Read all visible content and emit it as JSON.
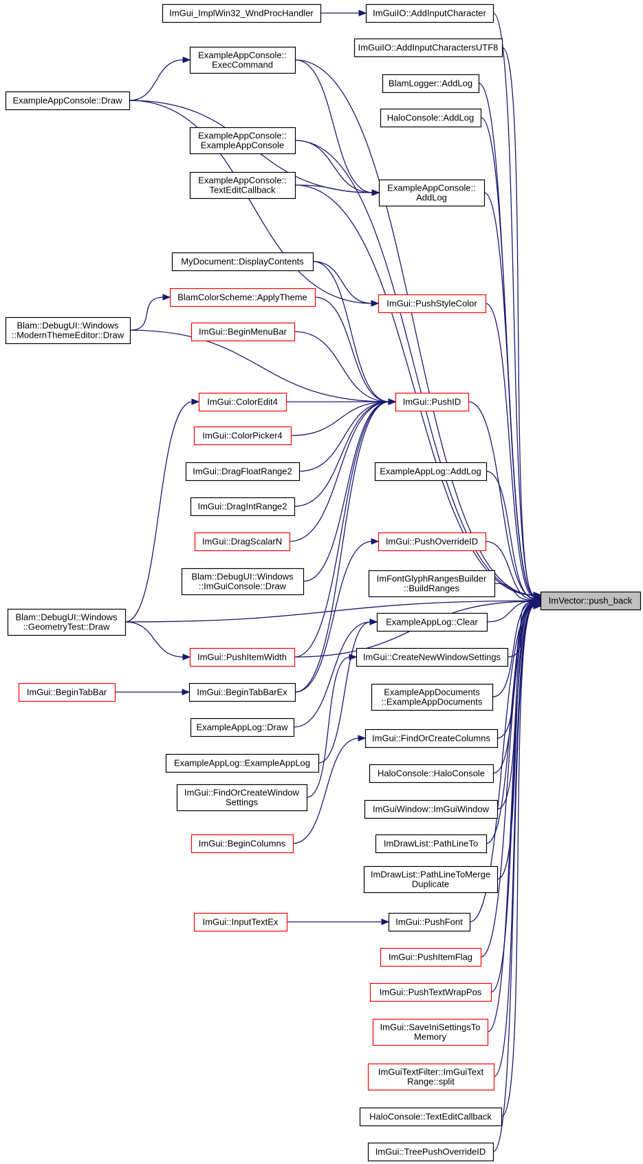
{
  "diagram": {
    "target": "n_push_back",
    "nodes": [
      {
        "id": "n_wndproc",
        "lines": [
          "ImGui_ImplWin32_WndProcHandler"
        ],
        "style": "black"
      },
      {
        "id": "n_addinputchar",
        "lines": [
          "ImGuiIO::AddInputCharacter"
        ],
        "style": "black"
      },
      {
        "id": "n_addinpututf8",
        "lines": [
          "ImGuiIO::AddInputCharactersUTF8"
        ],
        "style": "black"
      },
      {
        "id": "n_blamlogger",
        "lines": [
          "BlamLogger::AddLog"
        ],
        "style": "black"
      },
      {
        "id": "n_haloaddlog",
        "lines": [
          "HaloConsole::AddLog"
        ],
        "style": "black"
      },
      {
        "id": "n_execcmd",
        "lines": [
          "ExampleAppConsole::",
          "ExecCommand"
        ],
        "style": "black"
      },
      {
        "id": "n_consoledraw",
        "lines": [
          "ExampleAppConsole::Draw"
        ],
        "style": "black"
      },
      {
        "id": "n_consolector",
        "lines": [
          "ExampleAppConsole::",
          "ExampleAppConsole"
        ],
        "style": "black"
      },
      {
        "id": "n_consoleaddlog",
        "lines": [
          "ExampleAppConsole::",
          "AddLog"
        ],
        "style": "black"
      },
      {
        "id": "n_texteditcb",
        "lines": [
          "ExampleAppConsole::",
          "TextEditCallback"
        ],
        "style": "black"
      },
      {
        "id": "n_mydocdisplay",
        "lines": [
          "MyDocument::DisplayContents"
        ],
        "style": "black"
      },
      {
        "id": "n_applytheme",
        "lines": [
          "BlamColorScheme::ApplyTheme"
        ],
        "style": "red"
      },
      {
        "id": "n_pushstylecolor",
        "lines": [
          "ImGui::PushStyleColor"
        ],
        "style": "red"
      },
      {
        "id": "n_modernthemeeditor",
        "lines": [
          "Blam::DebugUI::Windows",
          "::ModernThemeEditor::Draw"
        ],
        "style": "black"
      },
      {
        "id": "n_beginmenubar",
        "lines": [
          "ImGui::BeginMenuBar"
        ],
        "style": "red"
      },
      {
        "id": "n_coloredit4",
        "lines": [
          "ImGui::ColorEdit4"
        ],
        "style": "red"
      },
      {
        "id": "n_pushid",
        "lines": [
          "ImGui::PushID"
        ],
        "style": "red"
      },
      {
        "id": "n_colorpicker4",
        "lines": [
          "ImGui::ColorPicker4"
        ],
        "style": "red"
      },
      {
        "id": "n_dragfloatrange2",
        "lines": [
          "ImGui::DragFloatRange2"
        ],
        "style": "black"
      },
      {
        "id": "n_applogaddlog",
        "lines": [
          "ExampleAppLog::AddLog"
        ],
        "style": "black"
      },
      {
        "id": "n_dragintrange2",
        "lines": [
          "ImGui::DragIntRange2"
        ],
        "style": "black"
      },
      {
        "id": "n_dragscalarn",
        "lines": [
          "ImGui::DragScalarN"
        ],
        "style": "red"
      },
      {
        "id": "n_pushoverrideid",
        "lines": [
          "ImGui::PushOverrideID"
        ],
        "style": "red"
      },
      {
        "id": "n_imguiconsole",
        "lines": [
          "Blam::DebugUI::Windows",
          "::ImGuiConsole::Draw"
        ],
        "style": "black"
      },
      {
        "id": "n_buildranges",
        "lines": [
          "ImFontGlyphRangesBuilder",
          "::BuildRanges"
        ],
        "style": "black"
      },
      {
        "id": "n_push_back",
        "lines": [
          "ImVector::push_back"
        ],
        "style": "target"
      },
      {
        "id": "n_geometrytest",
        "lines": [
          "Blam::DebugUI::Windows",
          "::GeometryTest::Draw"
        ],
        "style": "black"
      },
      {
        "id": "n_applogclear",
        "lines": [
          "ExampleAppLog::Clear"
        ],
        "style": "black"
      },
      {
        "id": "n_pushitemwidth",
        "lines": [
          "ImGui::PushItemWidth"
        ],
        "style": "red"
      },
      {
        "id": "n_createnewwin",
        "lines": [
          "ImGui::CreateNewWindowSettings"
        ],
        "style": "black"
      },
      {
        "id": "n_begintabbar",
        "lines": [
          "ImGui::BeginTabBar"
        ],
        "style": "red"
      },
      {
        "id": "n_begintabbarex",
        "lines": [
          "ImGui::BeginTabBarEx"
        ],
        "style": "black"
      },
      {
        "id": "n_appdocs",
        "lines": [
          "ExampleAppDocuments",
          "::ExampleAppDocuments"
        ],
        "style": "black"
      },
      {
        "id": "n_applogdraw",
        "lines": [
          "ExampleAppLog::Draw"
        ],
        "style": "black"
      },
      {
        "id": "n_findorcreatecols",
        "lines": [
          "ImGui::FindOrCreateColumns"
        ],
        "style": "black"
      },
      {
        "id": "n_applogctor",
        "lines": [
          "ExampleAppLog::ExampleAppLog"
        ],
        "style": "black"
      },
      {
        "id": "n_haloconsolector",
        "lines": [
          "HaloConsole::HaloConsole"
        ],
        "style": "black"
      },
      {
        "id": "n_findorcreatewin",
        "lines": [
          "ImGui::FindOrCreateWindow",
          "Settings"
        ],
        "style": "black"
      },
      {
        "id": "n_imguiwindow",
        "lines": [
          "ImGuiWindow::ImGuiWindow"
        ],
        "style": "black"
      },
      {
        "id": "n_begincolumns",
        "lines": [
          "ImGui::BeginColumns"
        ],
        "style": "red"
      },
      {
        "id": "n_pathlineto",
        "lines": [
          "ImDrawList::PathLineTo"
        ],
        "style": "black"
      },
      {
        "id": "n_pathlinetomerge",
        "lines": [
          "ImDrawList::PathLineToMerge",
          "Duplicate"
        ],
        "style": "black"
      },
      {
        "id": "n_inputtextex",
        "lines": [
          "ImGui::InputTextEx"
        ],
        "style": "red"
      },
      {
        "id": "n_pushfont",
        "lines": [
          "ImGui::PushFont"
        ],
        "style": "black"
      },
      {
        "id": "n_pushitemflag",
        "lines": [
          "ImGui::PushItemFlag"
        ],
        "style": "red"
      },
      {
        "id": "n_pushtextwrappos",
        "lines": [
          "ImGui::PushTextWrapPos"
        ],
        "style": "red"
      },
      {
        "id": "n_saveini",
        "lines": [
          "ImGui::SaveIniSettingsTo",
          "Memory"
        ],
        "style": "red"
      },
      {
        "id": "n_textfiltersplit",
        "lines": [
          "ImGuiTextFilter::ImGuiText",
          "Range::split"
        ],
        "style": "red"
      },
      {
        "id": "n_halotexteditcb",
        "lines": [
          "HaloConsole::TextEditCallback"
        ],
        "style": "black"
      },
      {
        "id": "n_treepushoverrideid",
        "lines": [
          "ImGui::TreePushOverrideID"
        ],
        "style": "black"
      }
    ],
    "edges": [
      [
        "n_wndproc",
        "n_addinputchar"
      ],
      [
        "n_addinputchar",
        "n_push_back"
      ],
      [
        "n_addinpututf8",
        "n_push_back"
      ],
      [
        "n_blamlogger",
        "n_push_back"
      ],
      [
        "n_haloaddlog",
        "n_push_back"
      ],
      [
        "n_consoledraw",
        "n_execcmd"
      ],
      [
        "n_consoledraw",
        "n_consoleaddlog"
      ],
      [
        "n_consoledraw",
        "n_pushstylecolor"
      ],
      [
        "n_execcmd",
        "n_consoleaddlog"
      ],
      [
        "n_execcmd",
        "n_push_back"
      ],
      [
        "n_consolector",
        "n_consoleaddlog"
      ],
      [
        "n_consolector",
        "n_push_back"
      ],
      [
        "n_texteditcb",
        "n_consoleaddlog"
      ],
      [
        "n_texteditcb",
        "n_push_back"
      ],
      [
        "n_consoleaddlog",
        "n_push_back"
      ],
      [
        "n_mydocdisplay",
        "n_pushstylecolor"
      ],
      [
        "n_mydocdisplay",
        "n_pushid"
      ],
      [
        "n_modernthemeeditor",
        "n_applytheme"
      ],
      [
        "n_modernthemeeditor",
        "n_pushid"
      ],
      [
        "n_applytheme",
        "n_pushid"
      ],
      [
        "n_pushstylecolor",
        "n_push_back"
      ],
      [
        "n_beginmenubar",
        "n_pushid"
      ],
      [
        "n_coloredit4",
        "n_pushid"
      ],
      [
        "n_colorpicker4",
        "n_pushid"
      ],
      [
        "n_dragfloatrange2",
        "n_pushid"
      ],
      [
        "n_dragintrange2",
        "n_pushid"
      ],
      [
        "n_dragscalarn",
        "n_pushid"
      ],
      [
        "n_imguiconsole",
        "n_pushid"
      ],
      [
        "n_pushitemwidth",
        "n_pushid"
      ],
      [
        "n_begintabbarex",
        "n_pushid"
      ],
      [
        "n_geometrytest",
        "n_coloredit4"
      ],
      [
        "n_geometrytest",
        "n_pushitemwidth"
      ],
      [
        "n_geometrytest",
        "n_push_back"
      ],
      [
        "n_pushid",
        "n_push_back"
      ],
      [
        "n_applogaddlog",
        "n_push_back"
      ],
      [
        "n_pushoverrideid",
        "n_push_back"
      ],
      [
        "n_begintabbarex",
        "n_pushoverrideid"
      ],
      [
        "n_buildranges",
        "n_push_back"
      ],
      [
        "n_applogclear",
        "n_push_back"
      ],
      [
        "n_pushitemwidth",
        "n_push_back"
      ],
      [
        "n_begintabbar",
        "n_begintabbarex"
      ],
      [
        "n_applogdraw",
        "n_applogclear"
      ],
      [
        "n_applogctor",
        "n_applogclear"
      ],
      [
        "n_findorcreatewin",
        "n_createnewwin"
      ],
      [
        "n_begincolumns",
        "n_findorcreatecols"
      ],
      [
        "n_createnewwin",
        "n_push_back"
      ],
      [
        "n_appdocs",
        "n_push_back"
      ],
      [
        "n_findorcreatecols",
        "n_push_back"
      ],
      [
        "n_haloconsolector",
        "n_push_back"
      ],
      [
        "n_imguiwindow",
        "n_push_back"
      ],
      [
        "n_pathlineto",
        "n_push_back"
      ],
      [
        "n_pathlinetomerge",
        "n_push_back"
      ],
      [
        "n_inputtextex",
        "n_pushfont"
      ],
      [
        "n_pushfont",
        "n_push_back"
      ],
      [
        "n_pushitemflag",
        "n_push_back"
      ],
      [
        "n_pushtextwrappos",
        "n_push_back"
      ],
      [
        "n_saveini",
        "n_push_back"
      ],
      [
        "n_textfiltersplit",
        "n_push_back"
      ],
      [
        "n_halotexteditcb",
        "n_push_back"
      ],
      [
        "n_treepushoverrideid",
        "n_push_back"
      ]
    ]
  }
}
